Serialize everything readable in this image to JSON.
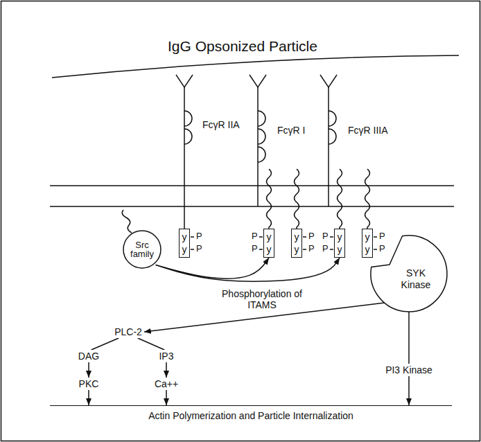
{
  "diagram": {
    "title": "IgG Opsonized Particle",
    "nodes": [
      {
        "text": [
          "Src family"
        ]
      },
      {
        "text": [
          "y",
          "y"
        ]
      },
      {
        "text": [
          "y",
          "y"
        ]
      },
      {
        "text": [
          "y",
          "y"
        ]
      },
      {
        "text": [
          "y",
          "y"
        ]
      },
      {
        "text": [
          "y",
          "y"
        ]
      },
      {
        "text": [
          "SYK Kinase"
        ]
      },
      {
        "text": [
          "PLC-2"
        ]
      },
      {
        "text": [
          "DAG"
        ]
      },
      {
        "text": [
          "IP3"
        ]
      },
      {
        "text": [
          "PI3 Kinase"
        ]
      },
      {
        "text": [
          "PKC"
        ]
      },
      {
        "text": [
          "Ca++"
        ]
      },
      {
        "text": [
          "Actin Polymerization and Particle Internalization"
        ]
      }
    ],
    "edges": [
      {
        "from": 0,
        "to": 2,
        "arrow": "to"
      },
      {
        "from": 0,
        "to": 4,
        "arrow": "to"
      },
      {
        "from": 6,
        "to": 7,
        "arrow": "to"
      },
      {
        "from": 7,
        "to": 8,
        "arrow": "none"
      },
      {
        "from": 7,
        "to": 9,
        "arrow": "none"
      },
      {
        "from": 8,
        "to": 11,
        "arrow": "to"
      },
      {
        "from": 9,
        "to": 12,
        "arrow": "to"
      },
      {
        "from": 6,
        "to": 10,
        "arrow": "none"
      },
      {
        "from": 10,
        "to": 13,
        "arrow": "to"
      },
      {
        "from": 11,
        "to": 13,
        "arrow": "to"
      },
      {
        "from": 12,
        "to": 13,
        "arrow": "to"
      }
    ],
    "labels": [
      "FcγR IIA",
      "FcγR I",
      "FcγR IIIA",
      "P",
      "P",
      "P",
      "P",
      "P",
      "P",
      "P",
      "P",
      "P",
      "P",
      "Phosphorylation of ITAMS"
    ]
  }
}
